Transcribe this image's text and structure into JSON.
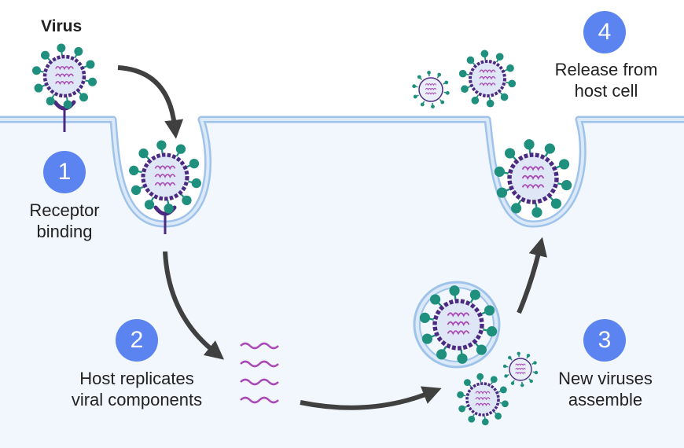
{
  "virus_label": "Virus",
  "colors": {
    "cell": "#f2f7fd",
    "membrane_fill": "#dce9f8",
    "membrane_line": "#9fc3ea",
    "badge": "#5b84f0",
    "spike": "#1f8f7e",
    "capsid": "#4b2b82",
    "rna": "#a94bb5",
    "arrow": "#404040"
  },
  "steps": [
    {
      "number": "1",
      "label_line1": "Receptor",
      "label_line2": "binding"
    },
    {
      "number": "2",
      "label_line1": "Host replicates",
      "label_line2": "viral components"
    },
    {
      "number": "3",
      "label_line1": "New viruses",
      "label_line2": "assemble"
    },
    {
      "number": "4",
      "label_line1": "Release from",
      "label_line2": "host cell"
    }
  ]
}
